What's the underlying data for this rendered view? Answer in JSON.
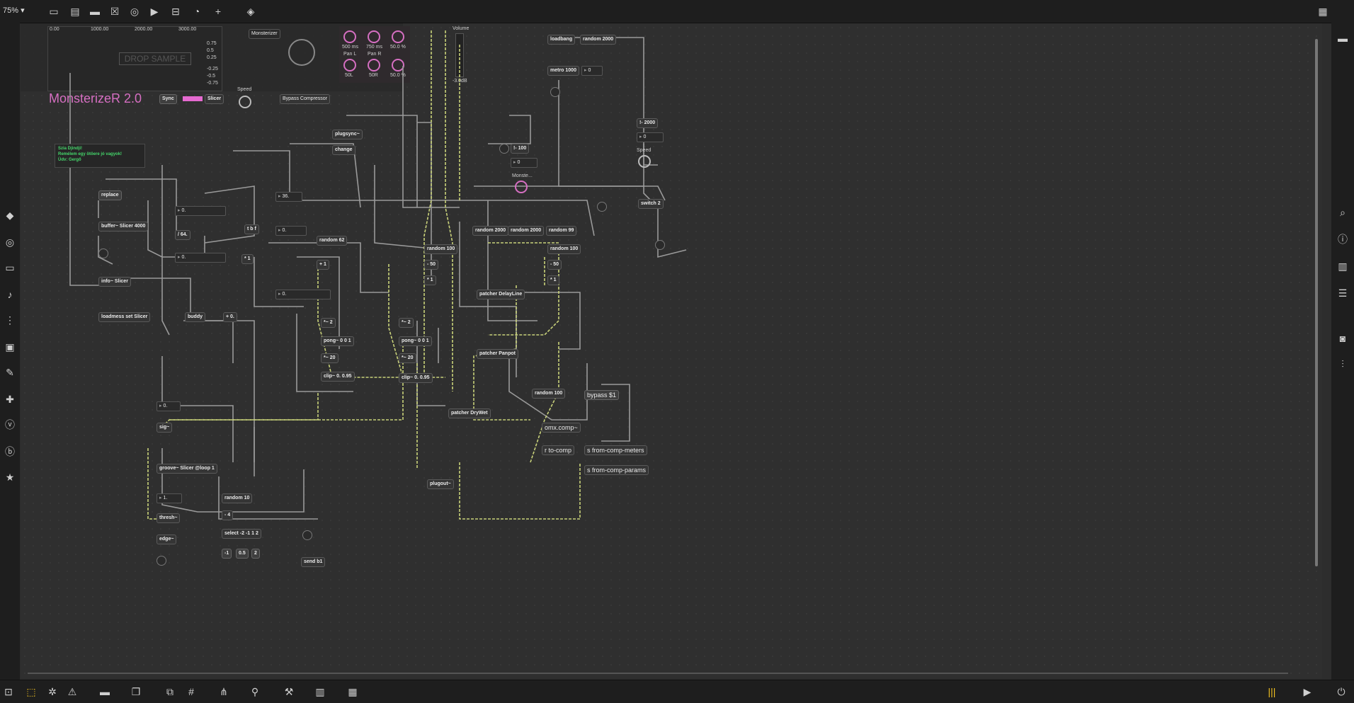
{
  "toolbar": {
    "zoom": "75%"
  },
  "presentation": {
    "title": "MonsterizeR 2.0",
    "drop_sample": "DROP SAMPLE",
    "monsterizer_label": "Monsterizer",
    "volume_label": "Volume",
    "volume_db": "-3.0dB",
    "sync_label": "Sync",
    "slicer_label": "Slicer",
    "speed_label": "Speed",
    "bypass_compressor_label": "Bypass Compressor",
    "ruler_ticks": [
      "0.00",
      "1000.00",
      "2000.00",
      "3000.00"
    ],
    "scale_values": [
      "0.75",
      "0.5",
      "0.25",
      "-0.25",
      "-0.5",
      "-0.75"
    ],
    "knob_values": [
      "500 ms",
      "750 ms",
      "50.0 %",
      "50L",
      "50R",
      "50.0 %"
    ],
    "knob_labels": [
      "Pan L",
      "Pan R"
    ]
  },
  "note": {
    "line1": "Szia Djindji!",
    "line2": "Remélem egy ötöere jó vagyok!",
    "line3": "Üdv: Gergő"
  },
  "objects": {
    "replace": "replace",
    "buffer": "buffer~ Slicer 4000",
    "info": "info~ Slicer",
    "loadmess": "loadmess set Slicer",
    "buddy": "buddy",
    "plus0": "+ 0.",
    "div64": "/ 64.",
    "n0a": "0.",
    "n0b": "0.",
    "n36": "36.",
    "n0c": "0.",
    "n0d": "0.",
    "tbf": "t b f",
    "times1": "* 1",
    "random62": "random 62",
    "plus1": "+ 1",
    "plugsync": "plugsync~",
    "change": "change",
    "loadbang": "loadbang",
    "random2000a": "random 2000",
    "metro": "metro 1000",
    "n0e": "0",
    "notequal100": "!- 100",
    "n0f": "0",
    "monste": "Monste...",
    "notequal2000": "!- 2000",
    "n0g": "0",
    "speed": "Speed",
    "switch2": "switch 2",
    "random2000b": "random 2000",
    "random2000c": "random 2000",
    "random99": "random 99",
    "random100a": "random 100",
    "minus50a": "- 50",
    "times1b": "* 1",
    "random100b": "random 100",
    "minus50b": "- 50",
    "times1c": "* 1",
    "patcherDelay": "patcher DelayLine",
    "patcherPanpot": "patcher Panpot",
    "patcherDryWet": "patcher DryWet",
    "random100c": "random 100",
    "bypass": "bypass $1",
    "omxcomp": "omx.comp~",
    "tocomp": "r to-comp",
    "fromcompMeters": "s from-comp-meters",
    "fromcompParams": "s from-comp-params",
    "plugout": "plugout~",
    "pow2a": "*~ 2",
    "ponga": "pong~ 0 0 1",
    "times20a": "*~ 20",
    "clipa": "clip~ 0. 0.95",
    "pow2b": "*~ 2",
    "pongb": "pong~ 0 0 1",
    "times20b": "*~ 20",
    "clipb": "clip~ 0. 0.95",
    "sig": "sig~",
    "n0h": "0.",
    "groove": "groove~ Slicer @loop 1",
    "n1": "1.",
    "thresh": "thresh~",
    "edge": "edge~",
    "random10": "random 10",
    "minus4": "- 4",
    "select": "select -2 -1 1 2",
    "m1": "-1",
    "p05": "0.5",
    "p2": "2",
    "sendb1": "send b1"
  }
}
